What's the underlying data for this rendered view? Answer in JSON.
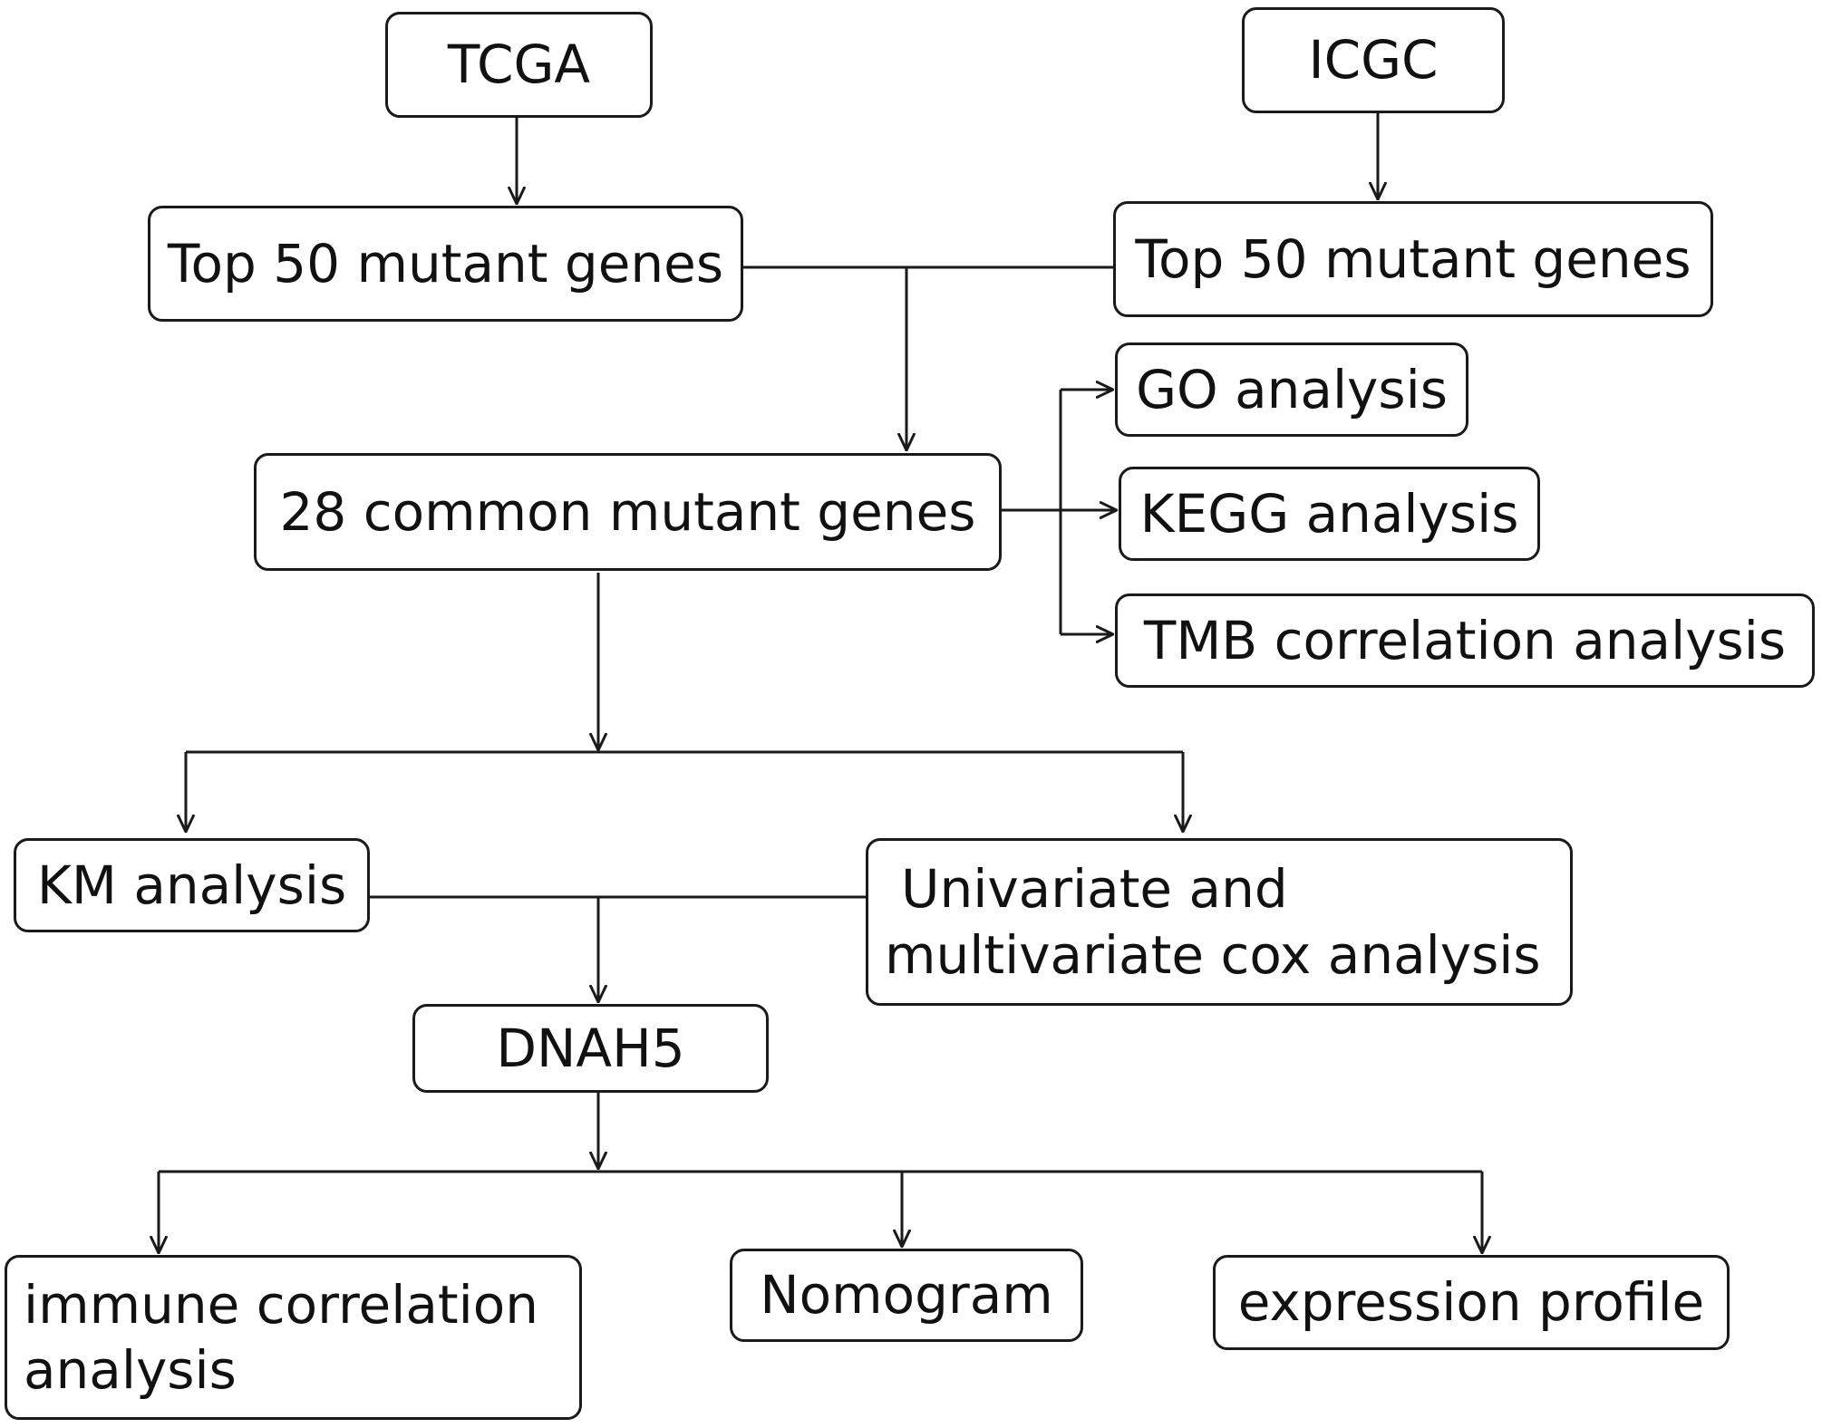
{
  "nodes": {
    "tcga": "TCGA",
    "icgc": "ICGC",
    "tcga_top50": "Top 50 mutant genes",
    "icgc_top50": "Top 50 mutant genes",
    "common_genes": "28 common mutant genes",
    "go": "GO analysis",
    "kegg": "KEGG analysis",
    "tmb": "TMB correlation analysis",
    "km": "KM analysis",
    "cox_line1": "Univariate and",
    "cox_line2": "multivariate cox analysis",
    "dnah5": "DNAH5",
    "immune_line1": "immune correlation",
    "immune_line2": "analysis",
    "nomogram": "Nomogram",
    "expression": "expression profile"
  },
  "colors": {
    "stroke": "#1a1a1a",
    "text": "#111111",
    "background": "#ffffff"
  }
}
